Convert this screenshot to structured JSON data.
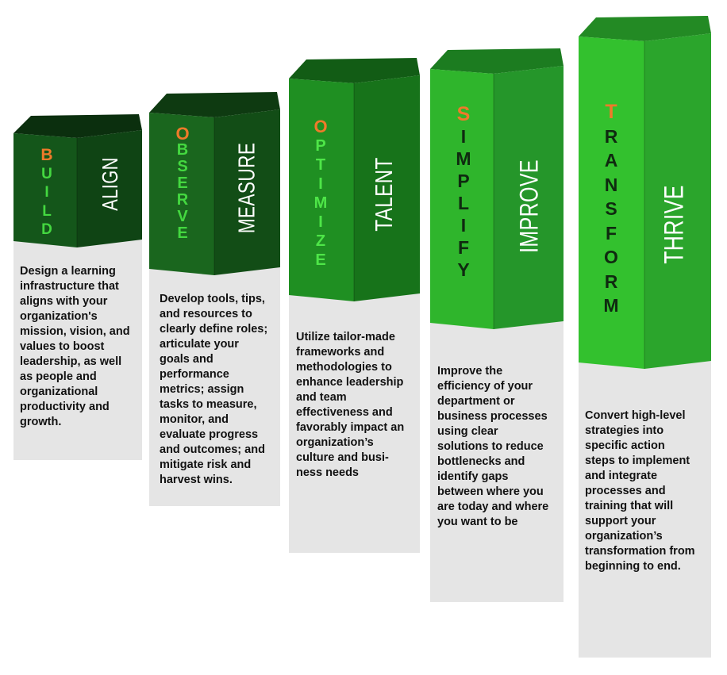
{
  "colors": {
    "panel": "#e5e5e5",
    "text": "#111111",
    "first_letter": "#ee7a2a",
    "word_label": "#ffffff"
  },
  "steps": [
    {
      "acronym": "BUILD",
      "word": "ALIGN",
      "description": "Design a learning\ninfrastructure that\naligns with your\norganization's\nmission, vision, and\nvalues to boost\nleadership, as well\nas people and\norganizational\nproductivity and\ngrowth.",
      "colors": {
        "front": "#14561a",
        "side": "#0f4414",
        "top": "#0b2f0e",
        "letters": "#44d840"
      }
    },
    {
      "acronym": "OBSERVE",
      "word": "MEASURE",
      "description": "Develop tools, tips,\nand resources to\nclearly define roles;\narticulate your\ngoals and\nperformance\nmetrics; assign\ntasks to measure,\nmonitor, and\nevaluate progress\nand outcomes; and\nmitigate risk and\nharvest wins.",
      "colors": {
        "front": "#1a661e",
        "side": "#124d16",
        "top": "#0e3a11",
        "letters": "#44d840"
      }
    },
    {
      "acronym": "OPTIMIZE",
      "word": "TALENT",
      "description": "Utilize tailor-made\nframeworks and\nmethodologies to\nenhance leadership\nand team\neffectiveness and\nfavorably impact an\norganization’s\nculture and busi-\nness needs",
      "colors": {
        "front": "#1f8f22",
        "side": "#17731a",
        "top": "#125c15",
        "letters": "#4ee648"
      }
    },
    {
      "acronym": "SIMPLIFY",
      "word": "IMPROVE",
      "description": "Improve the\nefficiency of your\ndepartment or\nbusiness processes\nusing clear\nsolutions to reduce\nbottlenecks and\nidentify gaps\nbetween where you\nare today and where\nyou want to be",
      "colors": {
        "front": "#2fb52c",
        "side": "#25962a",
        "top": "#1c7c20",
        "letters": "#0f2a10"
      }
    },
    {
      "acronym": "TRANSFORM",
      "word": "THRIVE",
      "description": "Convert high-level\nstrategies into\nspecific action\nsteps to implement\nand integrate\nprocesses and\ntraining that will\nsupport your\norganization’s\ntransformation from\nbeginning to end.",
      "colors": {
        "front": "#33c12e",
        "side": "#2ba52c",
        "top": "#238a24",
        "letters": "#0f2a10"
      }
    }
  ]
}
